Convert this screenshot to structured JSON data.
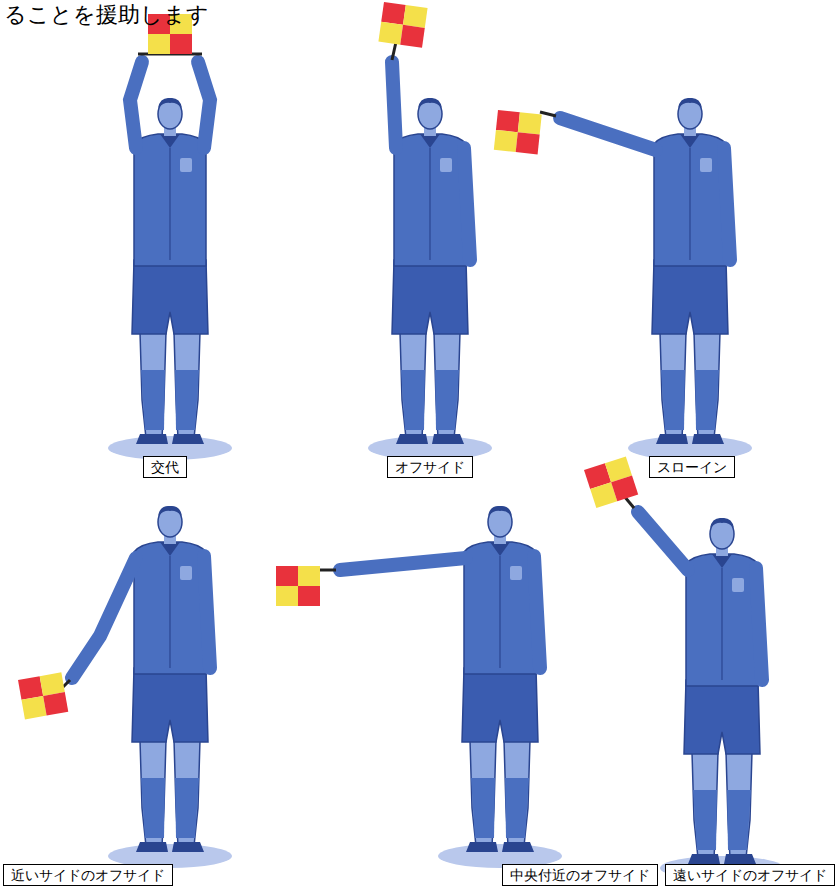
{
  "diagram": {
    "nodes": [
      {
        "text": [
          "交代"
        ]
      },
      {
        "text": [
          "オフサイド"
        ]
      },
      {
        "text": [
          "スローイン"
        ]
      },
      {
        "text": [
          "近いサイドのオフサイド"
        ]
      },
      {
        "text": [
          "中央付近のオフサイド"
        ]
      },
      {
        "text": [
          "遠いサイドのオフサイド"
        ]
      }
    ],
    "labels": [
      "ることを援助します"
    ]
  }
}
